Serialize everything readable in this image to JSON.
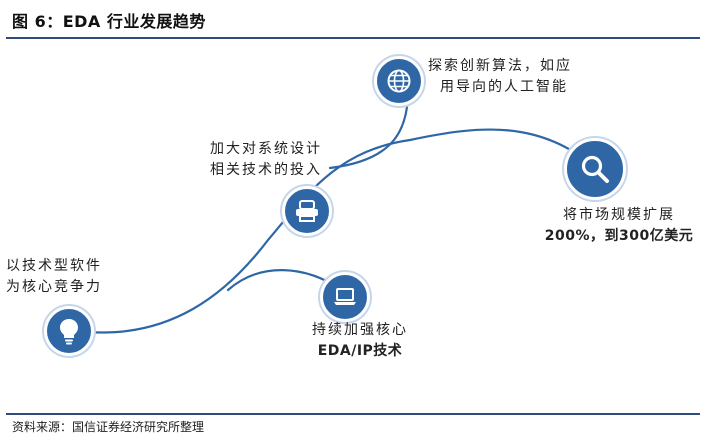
{
  "figure_title": "图 6：EDA 行业发展趋势",
  "source_note": "资料来源：国信证券经济研究所整理",
  "nodes": [
    {
      "icon": "lightbulb-icon",
      "line1": "以技术型软件",
      "line2": "为核心竞争力"
    },
    {
      "icon": "chip-icon",
      "line1": "加大对系统设计",
      "line2": "相关技术的投入"
    },
    {
      "icon": "globe-icon",
      "line1": "探索创新算法，如应",
      "line2": "用导向的人工智能"
    },
    {
      "icon": "search-icon",
      "line1": "将市场规模扩展",
      "line2": "200%，到300亿美元"
    },
    {
      "icon": "laptop-icon",
      "line1": "持续加强核心",
      "line2": "EDA/IP技术"
    }
  ],
  "colors": {
    "node_fill": "#2f67a6",
    "curve": "#2f67a6",
    "rule": "#2e4d7d"
  }
}
